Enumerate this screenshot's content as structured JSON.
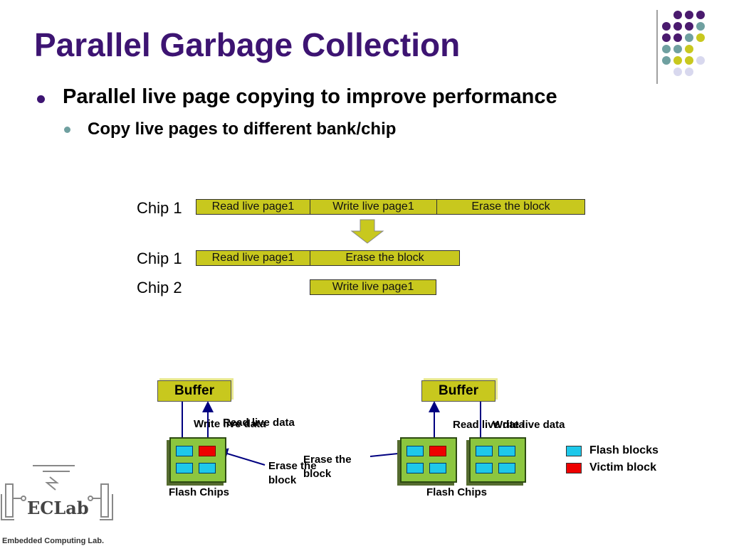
{
  "slide": {
    "title": "Parallel Garbage Collection",
    "bullet1": "Parallel live page copying to improve performance",
    "bullet2": "Copy live pages to different bank/chip"
  },
  "timeline": {
    "row1": {
      "label": "Chip 1",
      "segments": [
        "Read live page1",
        "Write live page1",
        "Erase the block"
      ]
    },
    "row2": {
      "label": "Chip 1",
      "segments": [
        "Read live page1",
        "Erase the block"
      ]
    },
    "row3": {
      "label": "Chip 2",
      "segments": [
        "Write live page1"
      ]
    }
  },
  "diagram_left": {
    "buffer": "Buffer",
    "write_label": "Write live data",
    "read_label": "Read live data",
    "erase_label": "Erase the block",
    "chips_label": "Flash Chips"
  },
  "diagram_right": {
    "buffer": "Buffer",
    "read_label": "Read live data",
    "write_label": "Write live data",
    "erase_label": "Erase the block",
    "chips_label": "Flash Chips"
  },
  "legend": {
    "flash_blocks": "Flash blocks",
    "victim_block": "Victim block"
  },
  "logo": {
    "name": "ECLab",
    "subtitle": "Embedded Computing Lab."
  },
  "colors": {
    "title": "#3d1472",
    "segment": "#c8c81e",
    "chip": "#8cc63f",
    "flash_block": "#1ec8ea",
    "victim_block": "#ee0000",
    "arrow": "#000080",
    "deco_purple": "#4a1a6e",
    "deco_teal": "#6fa0a0",
    "deco_yellow": "#c8c81e",
    "deco_lavender": "#d8d8ee"
  }
}
